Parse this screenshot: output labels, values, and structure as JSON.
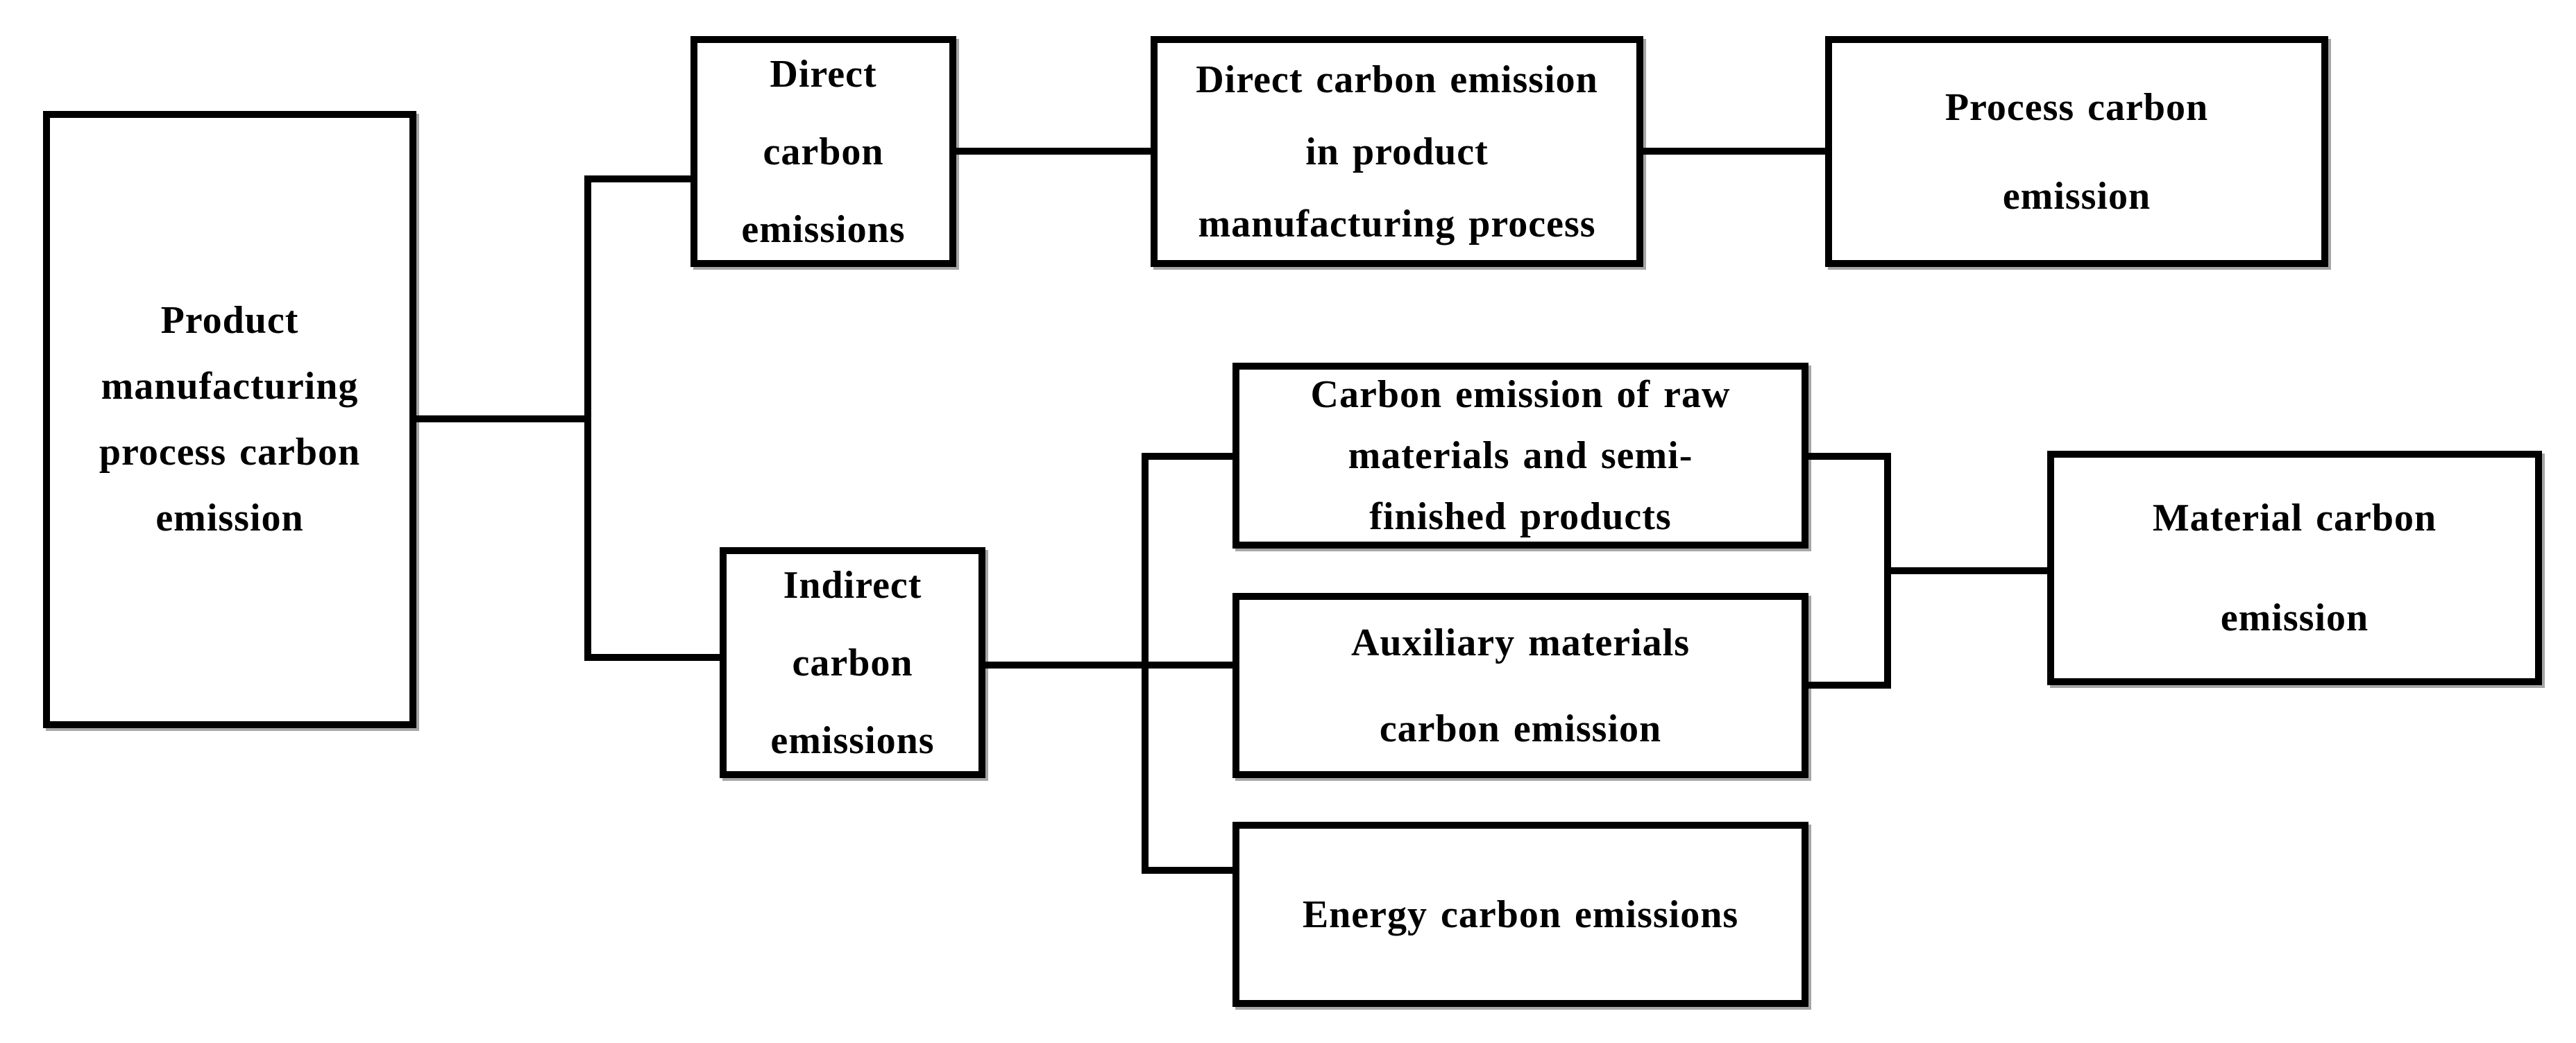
{
  "figure": {
    "background_color": "#ffffff",
    "line_color": "#000000",
    "box_border_color": "#000000",
    "text_color": "#000000"
  },
  "nodes": {
    "product": {
      "label": "Product\nmanufacturing\nprocess carbon\nemission"
    },
    "direct": {
      "label": "Direct\ncarbon\nemissions"
    },
    "direct_in_process": {
      "label": "Direct carbon emission\nin product\nmanufacturing process"
    },
    "process": {
      "label": "Process carbon\nemission"
    },
    "indirect": {
      "label": "Indirect\ncarbon\nemissions"
    },
    "raw_semi": {
      "label": "Carbon emission of raw\nmaterials and semi-\nfinished products"
    },
    "auxiliary": {
      "label": "Auxiliary materials\ncarbon emission"
    },
    "energy": {
      "label": "Energy carbon emissions"
    },
    "material": {
      "label": "Material carbon\nemission"
    }
  },
  "edges": [
    {
      "from": "product",
      "to": "direct"
    },
    {
      "from": "product",
      "to": "indirect"
    },
    {
      "from": "direct",
      "to": "direct_in_process"
    },
    {
      "from": "direct_in_process",
      "to": "process"
    },
    {
      "from": "indirect",
      "to": "raw_semi"
    },
    {
      "from": "indirect",
      "to": "auxiliary"
    },
    {
      "from": "indirect",
      "to": "energy"
    },
    {
      "from": "raw_semi",
      "to": "material"
    },
    {
      "from": "auxiliary",
      "to": "material"
    }
  ]
}
